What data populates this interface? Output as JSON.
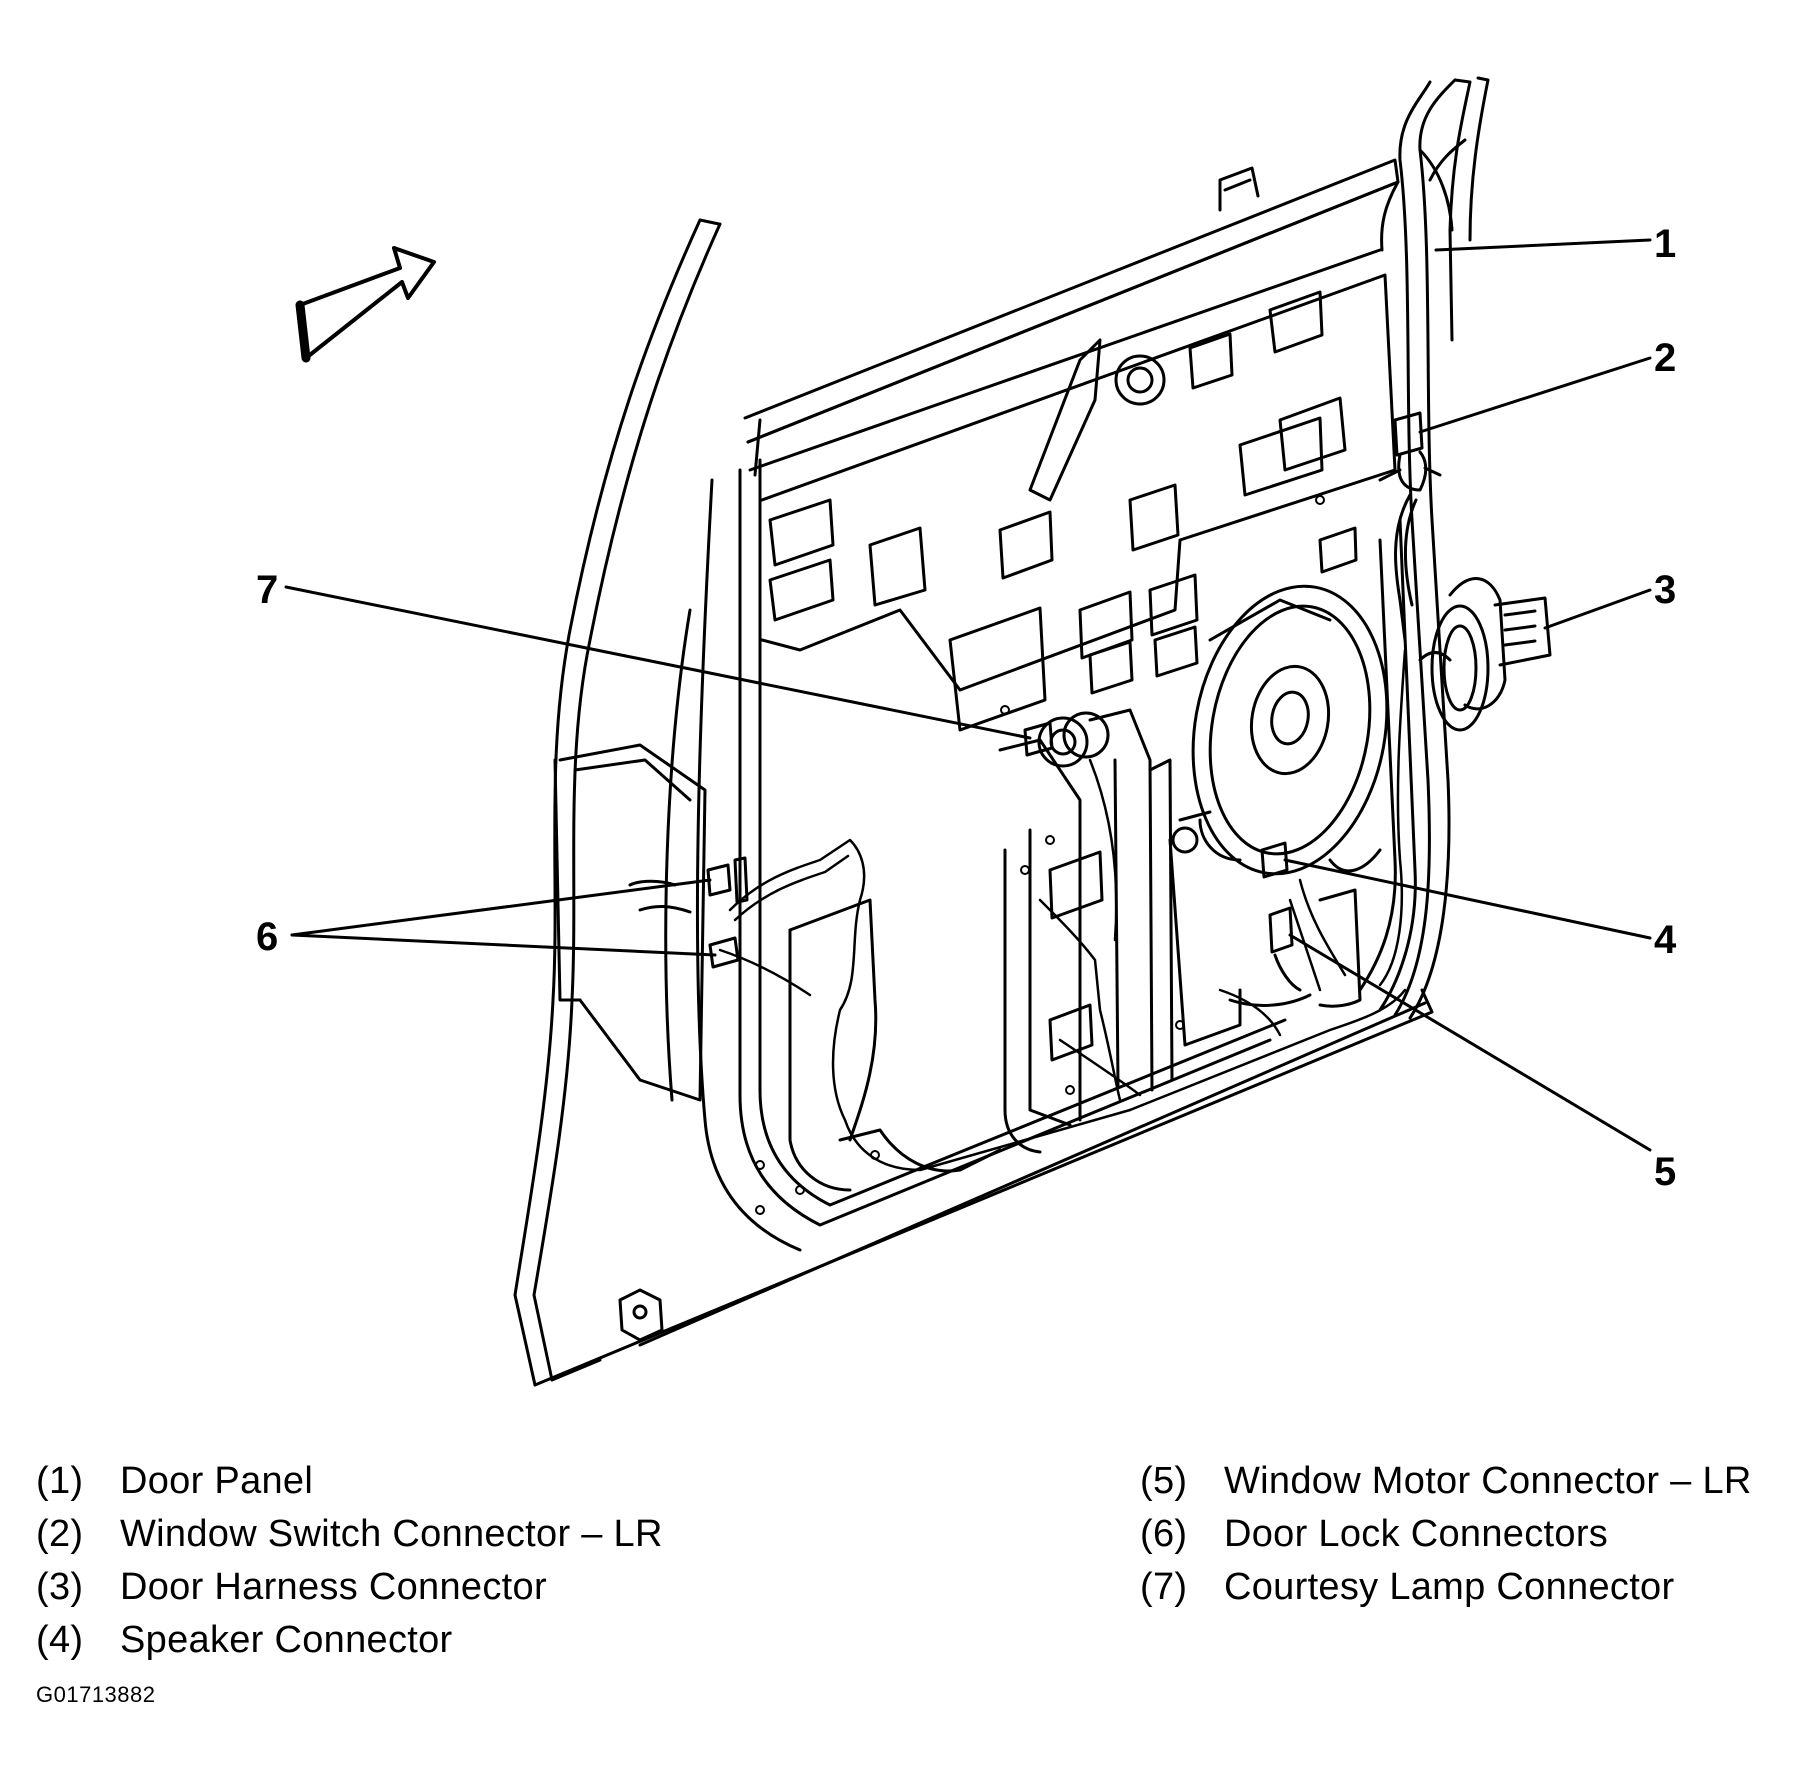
{
  "callouts": [
    {
      "num": "1",
      "label": "Door Panel"
    },
    {
      "num": "2",
      "label": "Window Switch Connector – LR"
    },
    {
      "num": "3",
      "label": "Door Harness Connector"
    },
    {
      "num": "4",
      "label": "Speaker Connector"
    },
    {
      "num": "5",
      "label": "Window Motor Connector – LR"
    },
    {
      "num": "6",
      "label": "Door Lock Connectors"
    },
    {
      "num": "7",
      "label": "Courtesy Lamp Connector"
    }
  ],
  "legend": {
    "left": [
      {
        "key": "(1)",
        "text": "Door Panel"
      },
      {
        "key": "(2)",
        "text": "Window Switch Connector – LR"
      },
      {
        "key": "(3)",
        "text": "Door Harness Connector"
      },
      {
        "key": "(4)",
        "text": "Speaker Connector"
      }
    ],
    "right": [
      {
        "key": "(5)",
        "text": "Window Motor Connector – LR"
      },
      {
        "key": "(6)",
        "text": "Door Lock Connectors"
      },
      {
        "key": "(7)",
        "text": "Courtesy Lamp Connector"
      }
    ]
  },
  "figure_id": "G01713882",
  "colors": {
    "line": "#000000",
    "background": "#ffffff"
  }
}
